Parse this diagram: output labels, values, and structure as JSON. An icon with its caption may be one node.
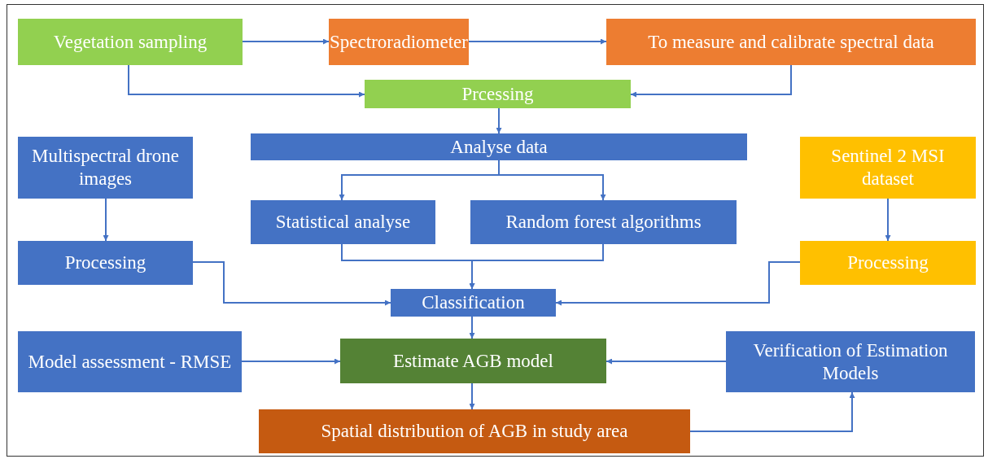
{
  "diagram": {
    "nodes": [
      {
        "text": [
          "Vegetation sampling"
        ]
      },
      {
        "text": [
          "Spectroradiometer"
        ]
      },
      {
        "text": [
          "To measure and calibrate spectral data"
        ]
      },
      {
        "text": [
          "Prcessing"
        ]
      },
      {
        "text": [
          "Analyse data"
        ]
      },
      {
        "text": [
          "Multispectral drone images"
        ]
      },
      {
        "text": [
          "Sentinel 2 MSI dataset"
        ]
      },
      {
        "text": [
          "Statistical analyse"
        ]
      },
      {
        "text": [
          "Random forest algorithms"
        ]
      },
      {
        "text": [
          "Processing"
        ]
      },
      {
        "text": [
          "Processing"
        ]
      },
      {
        "text": [
          "Classification"
        ]
      },
      {
        "text": [
          "Model assessment - RMSE"
        ]
      },
      {
        "text": [
          "Estimate AGB model"
        ]
      },
      {
        "text": [
          "Verification of Estimation Models"
        ]
      },
      {
        "text": [
          "Spatial distribution of AGB in study area"
        ]
      }
    ],
    "edges": [
      {
        "from": 0,
        "to": 1,
        "arrow": "to"
      },
      {
        "from": 1,
        "to": 2,
        "arrow": "to"
      },
      {
        "from": 0,
        "to": 3,
        "arrow": "to"
      },
      {
        "from": 2,
        "to": 3,
        "arrow": "to"
      },
      {
        "from": 3,
        "to": 4,
        "arrow": "to"
      },
      {
        "from": 4,
        "to": 7,
        "arrow": "to"
      },
      {
        "from": 4,
        "to": 8,
        "arrow": "to"
      },
      {
        "from": 5,
        "to": 9,
        "arrow": "to"
      },
      {
        "from": 6,
        "to": 10,
        "arrow": "to"
      },
      {
        "from": 7,
        "to": 11,
        "arrow": "to"
      },
      {
        "from": 8,
        "to": 11,
        "arrow": "to"
      },
      {
        "from": 9,
        "to": 11,
        "arrow": "to"
      },
      {
        "from": 10,
        "to": 11,
        "arrow": "to"
      },
      {
        "from": 11,
        "to": 13,
        "arrow": "to"
      },
      {
        "from": 12,
        "to": 13,
        "arrow": "to"
      },
      {
        "from": 14,
        "to": 13,
        "arrow": "to"
      },
      {
        "from": 13,
        "to": 15,
        "arrow": "to"
      },
      {
        "from": 15,
        "to": 14,
        "arrow": "to"
      }
    ]
  }
}
